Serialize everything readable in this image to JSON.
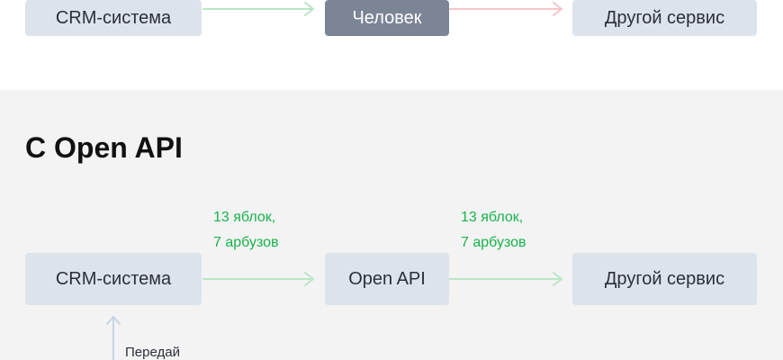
{
  "top": {
    "source": "CRM-система",
    "middle": "Человек",
    "target": "Другой сервис"
  },
  "bottom": {
    "heading": "С Open API",
    "source": "CRM-система",
    "middle": "Open API",
    "target": "Другой сервис",
    "label_left_line1": "13 яблок,",
    "label_left_line2": "7 арбузов",
    "label_right_line1": "13 яблок,",
    "label_right_line2": "7 арбузов",
    "input_label": "Передай"
  },
  "colors": {
    "green": "#18b24b",
    "green_arrow": "#b9e6c6",
    "pink_arrow": "#f4c6c9",
    "blue_arrow": "#c6d3e3",
    "node_light": "#dde3ea",
    "node_dark": "#7b8596",
    "band_gray": "#f3f3f3"
  }
}
